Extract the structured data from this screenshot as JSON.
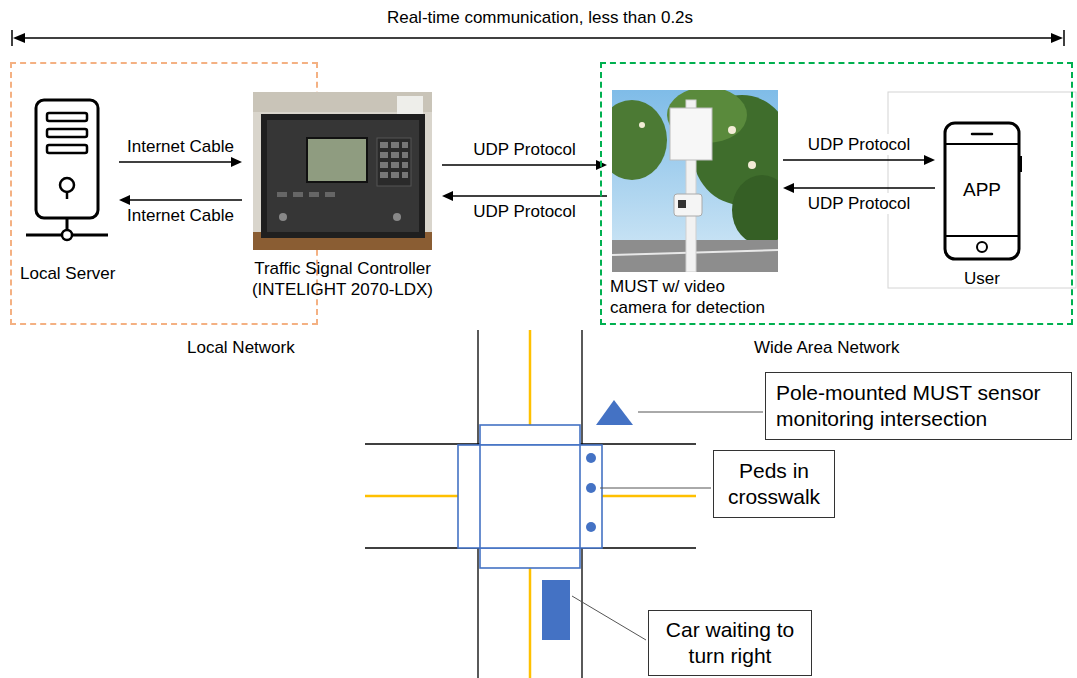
{
  "diagram": {
    "nodes": [
      {
        "text": [
          "Local Network"
        ]
      },
      {
        "text": [
          "Local Server"
        ],
        "in": 0
      },
      {
        "text": [
          "Traffic Signal Controller (INTELIGHT 2070-LDX)"
        ],
        "in": 0
      },
      {
        "text": [
          "Wide Area Network"
        ]
      },
      {
        "text": [
          "MUST w/ video camera for detection"
        ],
        "in": 3
      },
      {
        "text": [
          "APP",
          "User"
        ],
        "in": 3
      },
      {
        "text": [
          "Pole-mounted MUST sensor monitoring intersection"
        ]
      },
      {
        "text": [
          "Peds in crosswalk"
        ]
      },
      {
        "text": [
          "Car waiting to turn right"
        ]
      }
    ],
    "edges": [
      {
        "from": 1,
        "to": 2,
        "arrow": "to",
        "label": "Internet Cable"
      },
      {
        "from": 2,
        "to": 1,
        "arrow": "to",
        "label": "Internet Cable"
      },
      {
        "from": 2,
        "to": 4,
        "arrow": "to",
        "label": "UDP Protocol"
      },
      {
        "from": 4,
        "to": 2,
        "arrow": "to",
        "label": "UDP Protocol"
      },
      {
        "from": 4,
        "to": 5,
        "arrow": "to",
        "label": "UDP Protocol"
      },
      {
        "from": 5,
        "to": 4,
        "arrow": "to",
        "label": "UDP Protocol"
      }
    ],
    "labels": [
      "Real-time communication, less than 0.2s"
    ]
  }
}
